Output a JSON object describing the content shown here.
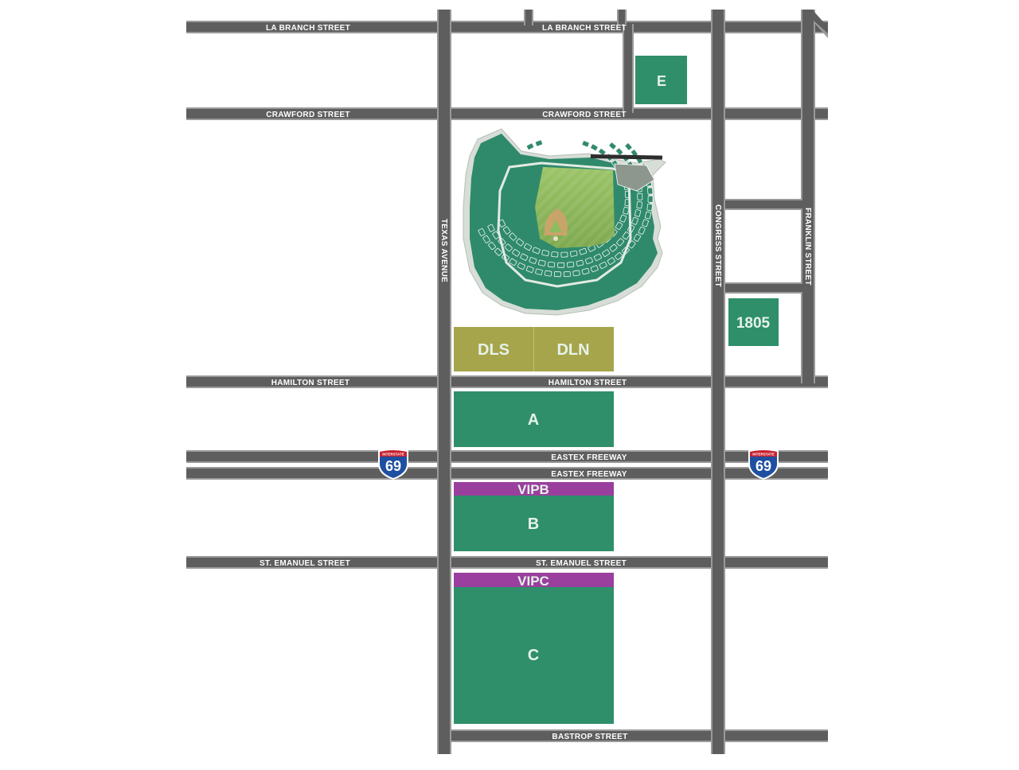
{
  "streets": {
    "la_branch_left": "LA BRANCH STREET",
    "la_branch_right": "LA BRANCH STREET",
    "crawford_left": "CRAWFORD STREET",
    "crawford_right": "CRAWFORD STREET",
    "hamilton_left": "HAMILTON STREET",
    "hamilton_right": "HAMILTON STREET",
    "eastex_upper": "EASTEX FREEWAY",
    "eastex_lower": "EASTEX FREEWAY",
    "st_emanuel_left": "ST. EMANUEL STREET",
    "st_emanuel_right": "ST. EMANUEL STREET",
    "bastrop": "BASTROP STREET",
    "texas_avenue": "TEXAS AVENUE",
    "congress": "CONGRESS STREET",
    "franklin": "FRANKLIN STREET"
  },
  "interstate": {
    "header": "INTERSTATE",
    "number": "69"
  },
  "lots": {
    "e": {
      "label": "E",
      "color": "#2f8f6a"
    },
    "lot_1805": {
      "label": "1805",
      "color": "#2f8f6a"
    },
    "dls": {
      "label": "DLS",
      "color": "#a6a54b"
    },
    "dln": {
      "label": "DLN",
      "color": "#a6a54b"
    },
    "a": {
      "label": "A",
      "color": "#2f8f6a"
    },
    "vipb": {
      "label": "VIPB",
      "color": "#9a3f9e"
    },
    "b": {
      "label": "B",
      "color": "#2f8f6a"
    },
    "vipc": {
      "label": "VIPC",
      "color": "#9a3f9e"
    },
    "c": {
      "label": "C",
      "color": "#2f8f6a"
    }
  },
  "colors": {
    "road": "#5e5e5e",
    "road_edge": "#9a9a9a",
    "field_grass": "#8ab65a",
    "seating": "#2f8a6c",
    "interstate_blue": "#1f4fa0",
    "interstate_red": "#c8202f"
  }
}
